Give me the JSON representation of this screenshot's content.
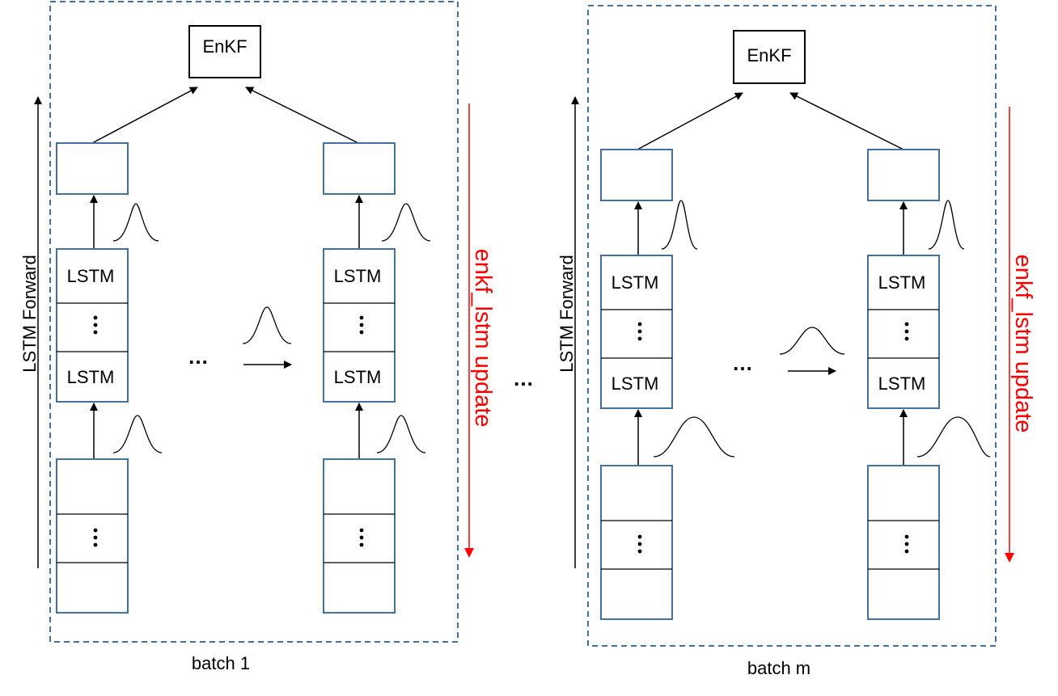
{
  "batches": [
    {
      "caption": "batch 1",
      "filter_label": "EnKF",
      "forward_label": "LSTM Forward",
      "update_label": "enkf_lstm update",
      "cell_top_label": "LSTM",
      "cell_bottom_label": "LSTM",
      "ellipsis": "…"
    },
    {
      "caption": "batch m",
      "filter_label": "EnKF",
      "forward_label": "LSTM Forward",
      "update_label": "enkf_lstm update",
      "cell_top_label": "LSTM",
      "cell_bottom_label": "LSTM",
      "ellipsis": "…"
    }
  ],
  "between_batches_ellipsis": "…",
  "colors": {
    "box_stroke": "#41719c",
    "update_arrow": "#ff0000",
    "line": "#000000"
  }
}
